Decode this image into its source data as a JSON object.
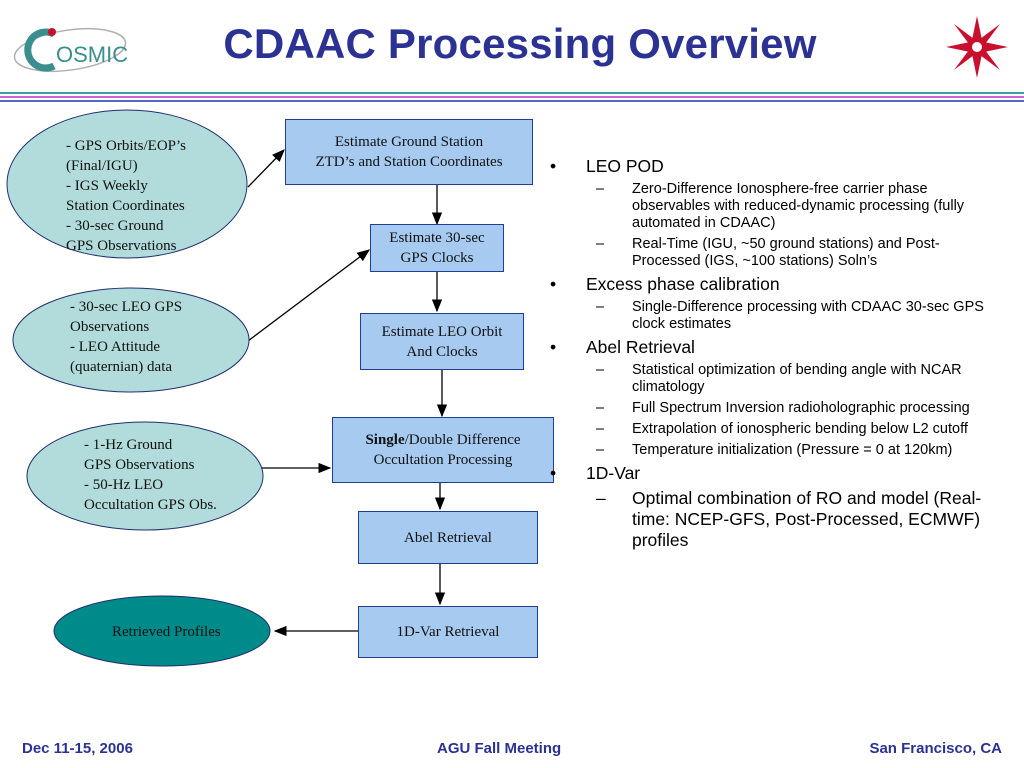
{
  "header": {
    "logo_text": "OSMIC",
    "title": "CDAAC Processing Overview"
  },
  "inputs": {
    "oval1": [
      "- GPS Orbits/EOP’s",
      "(Final/IGU)",
      "- IGS Weekly",
      "Station Coordinates",
      "- 30-sec Ground",
      "GPS Observations"
    ],
    "oval2": [
      "- 30-sec LEO GPS",
      "Observations",
      "- LEO Attitude",
      "(quaternian) data"
    ],
    "oval3": [
      "- 1-Hz Ground",
      "GPS Observations",
      "- 50-Hz LEO",
      "Occultation GPS Obs."
    ],
    "output_oval": "Retrieved Profiles"
  },
  "flow": {
    "step1": [
      "Estimate Ground Station",
      "ZTD’s and Station Coordinates"
    ],
    "step2": [
      "Estimate 30-sec",
      "GPS Clocks"
    ],
    "step3": [
      "Estimate LEO Orbit",
      "And Clocks"
    ],
    "step4_bold": "Single",
    "step4_rest": "/Double Difference",
    "step4_line2": "Occultation Processing",
    "step5": "Abel Retrieval",
    "step6": "1D-Var Retrieval"
  },
  "bullets": [
    {
      "text": "LEO POD",
      "subs": [
        "Zero-Difference Ionosphere-free carrier phase observables with reduced-dynamic processing (fully automated in CDAAC)",
        "Real-Time (IGU, ~50 ground stations) and Post-Processed (IGS, ~100 stations) Soln’s"
      ]
    },
    {
      "text": "Excess phase calibration",
      "subs": [
        "Single-Difference processing with CDAAC 30-sec GPS clock estimates"
      ]
    },
    {
      "text": "Abel Retrieval",
      "subs": [
        "Statistical optimization of bending angle with NCAR climatology",
        "Full Spectrum Inversion radioholographic processing",
        "Extrapolation of ionospheric bending below L2 cutoff",
        "Temperature initialization (Pressure = 0 at 120km)"
      ]
    },
    {
      "text": "1D-Var",
      "subs": [
        "Optimal combination of RO and model (Real-time: NCEP-GFS, Post-Processed, ECMWF) profiles"
      ]
    }
  ],
  "bullet_marks": {
    "main": "•",
    "sub": "–"
  },
  "footer": {
    "left": "Dec 11-15, 2006",
    "center": "AGU Fall Meeting",
    "right": "San Francisco, CA"
  },
  "colors": {
    "title": "#2b3293",
    "box_fill": "#a6caf0",
    "oval_fill": "#b2dcdc",
    "output_fill": "#008b8b",
    "logo_red": "#c8102e"
  }
}
